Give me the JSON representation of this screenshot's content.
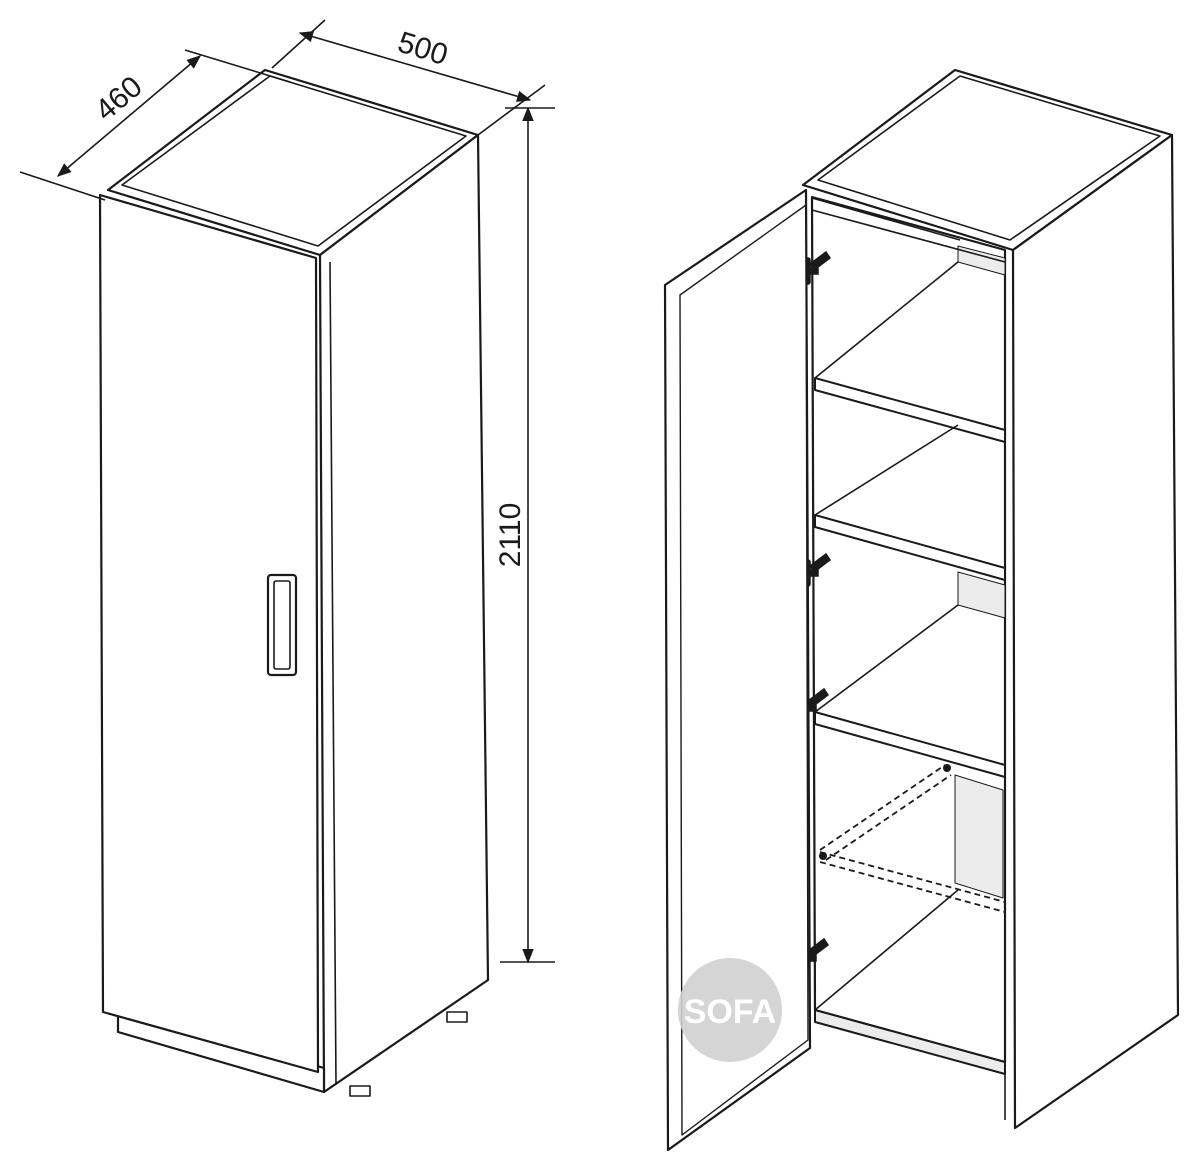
{
  "dimensions": {
    "depth": "460",
    "width": "500",
    "height": "2110"
  },
  "watermark": {
    "text": "SOFA"
  },
  "colors": {
    "line": "#1a1a1a",
    "face": "#ffffff",
    "shade": "#ececec",
    "watermark": "#d0d0d0"
  }
}
